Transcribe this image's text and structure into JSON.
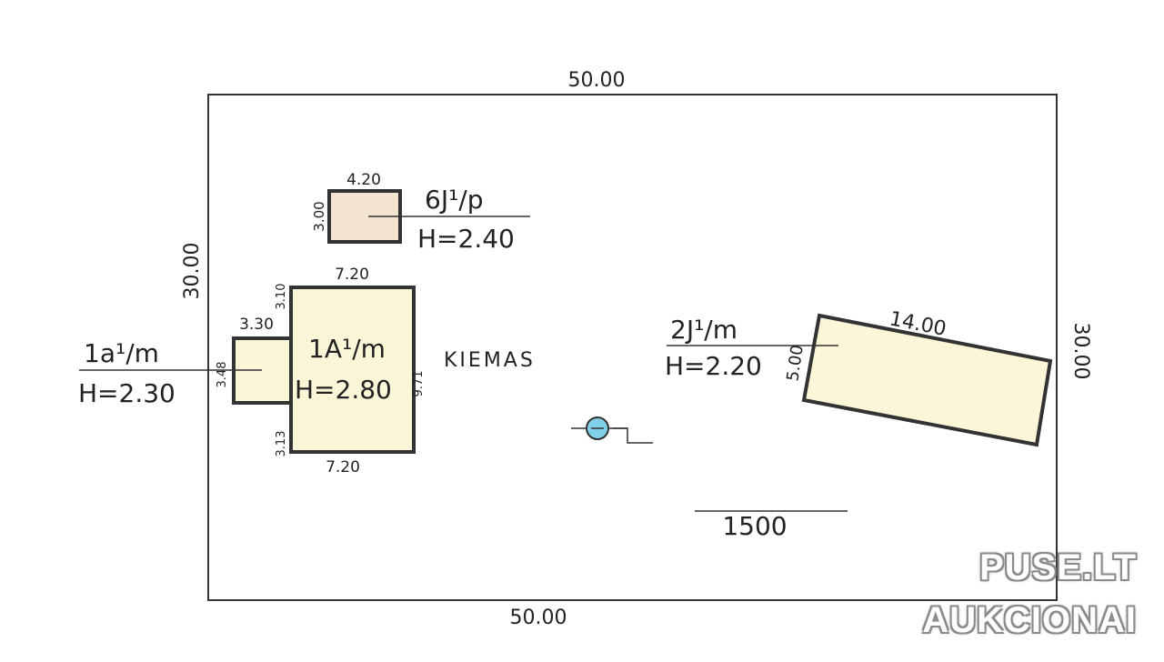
{
  "plot": {
    "top_dim": "50.00",
    "bottom_dim": "50.00",
    "left_dim": "30.00",
    "right_dim": "30.00",
    "yard_label": "KIEMAS",
    "scale_label": "1500"
  },
  "building_6j": {
    "width_dim": "4.20",
    "height_dim": "3.00",
    "code": "6J¹/p",
    "height_label": "H=2.40",
    "fill": "#f2e4cf"
  },
  "building_1a": {
    "top_dim": "7.20",
    "bottom_dim": "7.20",
    "right_dim": "9.71",
    "left_top_dim": "3.10",
    "left_bottom_dim": "3.13",
    "code": "1A¹/m",
    "height_label": "H=2.80",
    "fill": "#fbf6d8"
  },
  "building_1a_ext": {
    "width_dim": "3.30",
    "height_dim": "3.48",
    "code": "1a¹/m",
    "height_label": "H=2.30",
    "fill": "#fbf6d8"
  },
  "building_2j": {
    "length_dim": "14.00",
    "width_dim": "5.00",
    "code": "2J¹/m",
    "height_label": "H=2.20",
    "fill": "#fbf6d8"
  },
  "well": {
    "color": "#7fd0e8"
  },
  "watermark": {
    "line1": "PUSE.LT",
    "line2": "AUKCIONAI"
  }
}
